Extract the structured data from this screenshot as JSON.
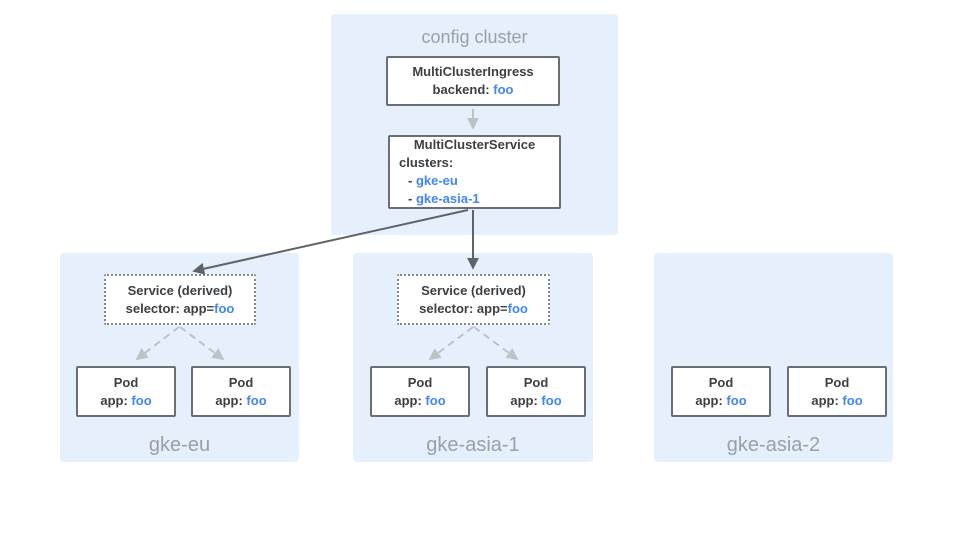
{
  "config_cluster": {
    "title": "config cluster",
    "ingress": {
      "name": "MultiClusterIngress",
      "backend_label": "backend: ",
      "backend_value": "foo"
    },
    "service": {
      "name": "MultiClusterService",
      "clusters_label": "clusters:",
      "cluster_refs": [
        {
          "prefix": "- ",
          "name": "gke-eu"
        },
        {
          "prefix": "- ",
          "name": "gke-asia-1"
        }
      ]
    }
  },
  "clusters": [
    {
      "name": "gke-eu",
      "service": {
        "title": "Service (derived)",
        "selector_label": "selector: app=",
        "selector_value": "foo"
      },
      "pods": [
        {
          "title": "Pod",
          "app_label": "app: ",
          "app_value": "foo"
        },
        {
          "title": "Pod",
          "app_label": "app: ",
          "app_value": "foo"
        }
      ]
    },
    {
      "name": "gke-asia-1",
      "service": {
        "title": "Service (derived)",
        "selector_label": "selector: app=",
        "selector_value": "foo"
      },
      "pods": [
        {
          "title": "Pod",
          "app_label": "app: ",
          "app_value": "foo"
        },
        {
          "title": "Pod",
          "app_label": "app: ",
          "app_value": "foo"
        }
      ]
    },
    {
      "name": "gke-asia-2",
      "pods": [
        {
          "title": "Pod",
          "app_label": "app: ",
          "app_value": "foo"
        },
        {
          "title": "Pod",
          "app_label": "app: ",
          "app_value": "foo"
        }
      ]
    }
  ],
  "colors": {
    "panel_blue": "#e5f0fc",
    "accent_blue": "#4285f4",
    "text_dark": "#3c4043",
    "muted_gray": "#9aa0a6",
    "border_gray": "#6a6f74",
    "arrow_dark": "#5f6368",
    "arrow_light": "#bdc2c7"
  }
}
